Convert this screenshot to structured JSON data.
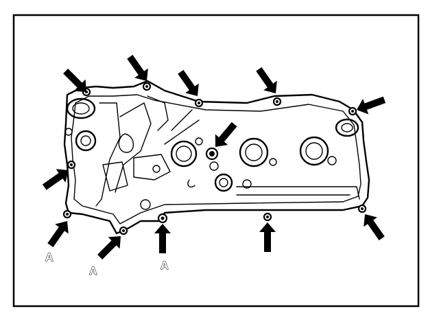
{
  "diagram": {
    "callouts": [
      {
        "id": "a1",
        "text": "A"
      },
      {
        "id": "a2",
        "text": "A"
      },
      {
        "id": "a3",
        "text": "A"
      }
    ]
  }
}
